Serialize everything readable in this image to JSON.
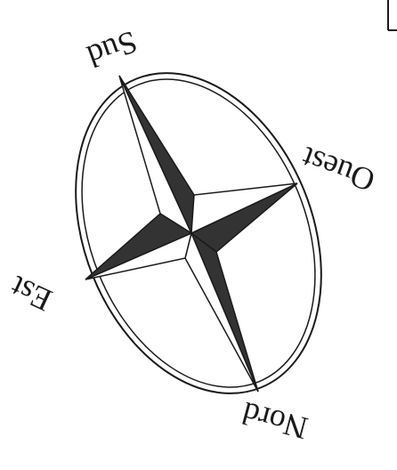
{
  "compass": {
    "north_label": "Nord",
    "south_label": "Sud",
    "east_label": "Est",
    "west_label": "Ouest"
  },
  "colors": {
    "ink": "#1a1a1a",
    "dark_fill": "#333333",
    "light_fill": "#ffffff",
    "background": "#ffffff"
  }
}
